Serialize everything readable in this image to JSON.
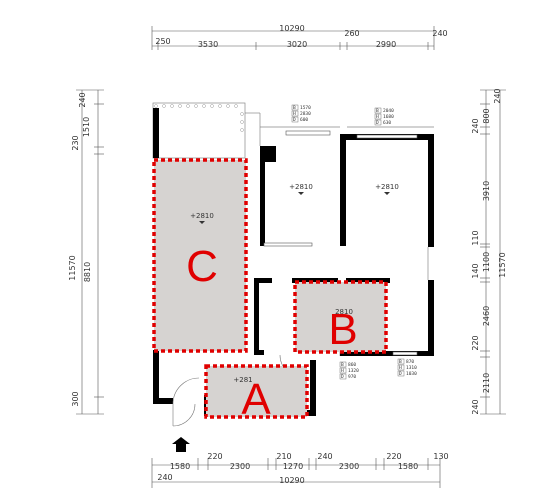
{
  "dimensions": {
    "top_total": "10290",
    "top_segments": [
      "250",
      "3530",
      "3020",
      "260",
      "2990",
      "240"
    ],
    "bottom_total": "10290",
    "bottom_row1": [
      "1580",
      "220",
      "2300",
      "210",
      "1270",
      "240",
      "2300",
      "220",
      "1580",
      "130"
    ],
    "bottom_row2": [
      "240"
    ],
    "left_total": "11570",
    "left_segments": [
      "240",
      "1510",
      "230",
      "8810",
      "300"
    ],
    "right_total": "11570",
    "right_segments": [
      "240",
      "800",
      "240",
      "3910",
      "110",
      "1100",
      "140",
      "2460",
      "220",
      "2110",
      "240"
    ]
  },
  "elevations": {
    "room_c": "+2810",
    "room_top_middle": "+2810",
    "room_top_right": "+2810",
    "room_b": "2810",
    "room_a": "+281"
  },
  "window_tags": {
    "tag1": [
      "B",
      "1570",
      "H",
      "2830",
      "D",
      "600"
    ],
    "tag2": [
      "B",
      "2040",
      "H",
      "1680",
      "D",
      "630"
    ],
    "tag3": [
      "B",
      "860",
      "H",
      "1320",
      "D",
      "970"
    ],
    "tag4": [
      "B",
      "870",
      "H",
      "1310",
      "D",
      "1030"
    ]
  },
  "zones": {
    "a": "A",
    "b": "B",
    "c": "C"
  },
  "colors": {
    "wall": "#000000",
    "zone_fill": "#d6d3d1",
    "zone_outline": "#e00000",
    "zone_letter": "#e00000"
  }
}
